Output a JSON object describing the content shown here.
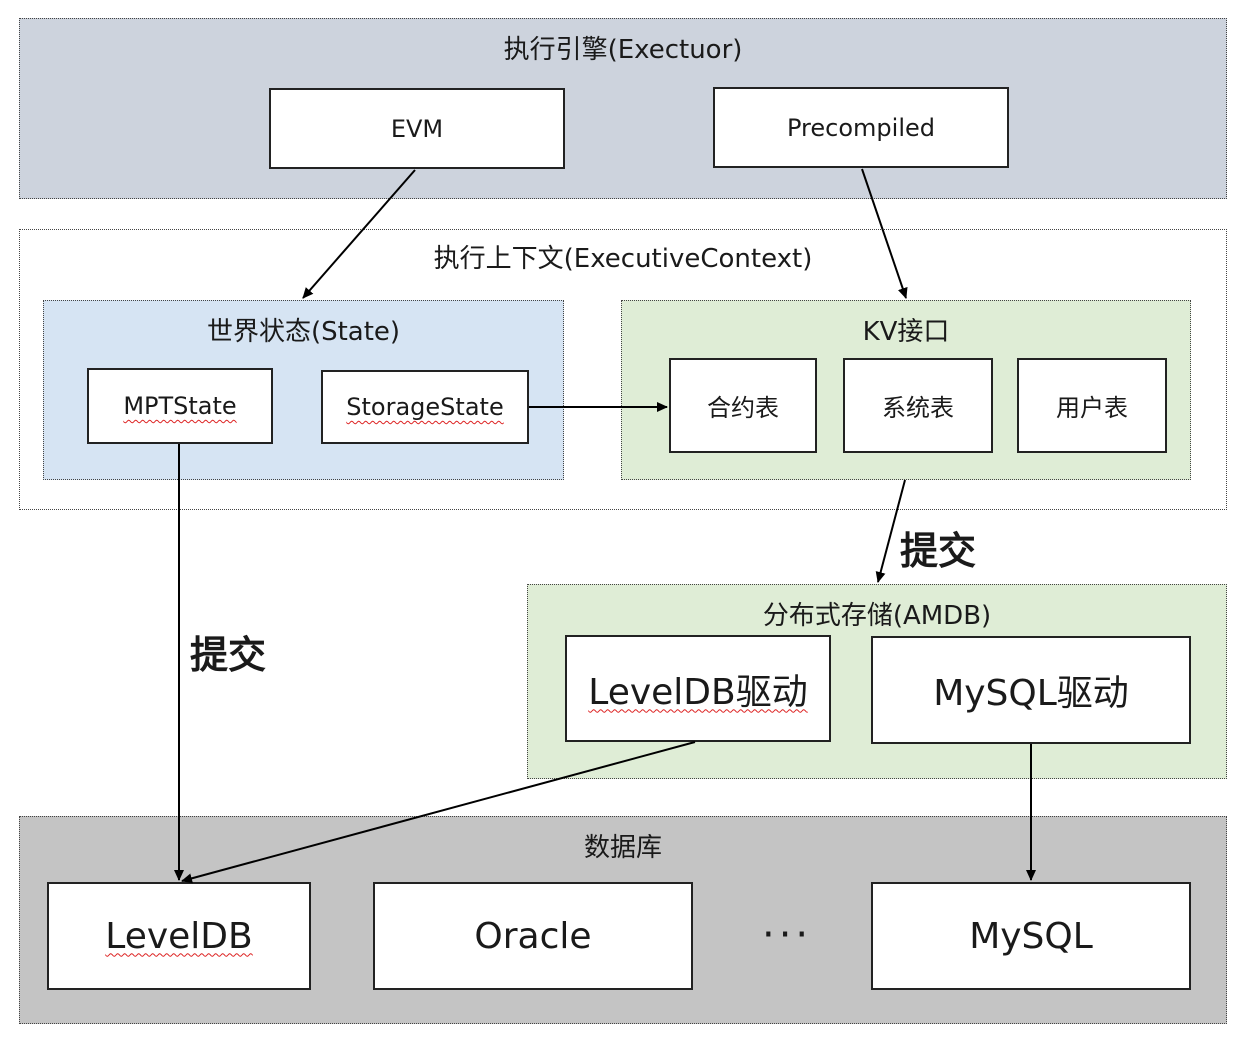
{
  "executor": {
    "title": "执行引擎(Exectuor)",
    "evm": "EVM",
    "precompiled": "Precompiled"
  },
  "context": {
    "title": "执行上下文(ExecutiveContext)",
    "state": {
      "title": "世界状态(State)",
      "mpt": "MPTState",
      "storage": "StorageState"
    },
    "kv": {
      "title": "KV接口",
      "contract_table": "合约表",
      "system_table": "系统表",
      "user_table": "用户表"
    }
  },
  "commit_label_right": "提交",
  "commit_label_left": "提交",
  "amdb": {
    "title": "分布式存储(AMDB)",
    "leveldb_driver": "LevelDB驱动",
    "mysql_driver": "MySQL驱动"
  },
  "database": {
    "title": "数据库",
    "leveldb": "LevelDB",
    "oracle": "Oracle",
    "ellipsis": "···",
    "mysql": "MySQL"
  }
}
